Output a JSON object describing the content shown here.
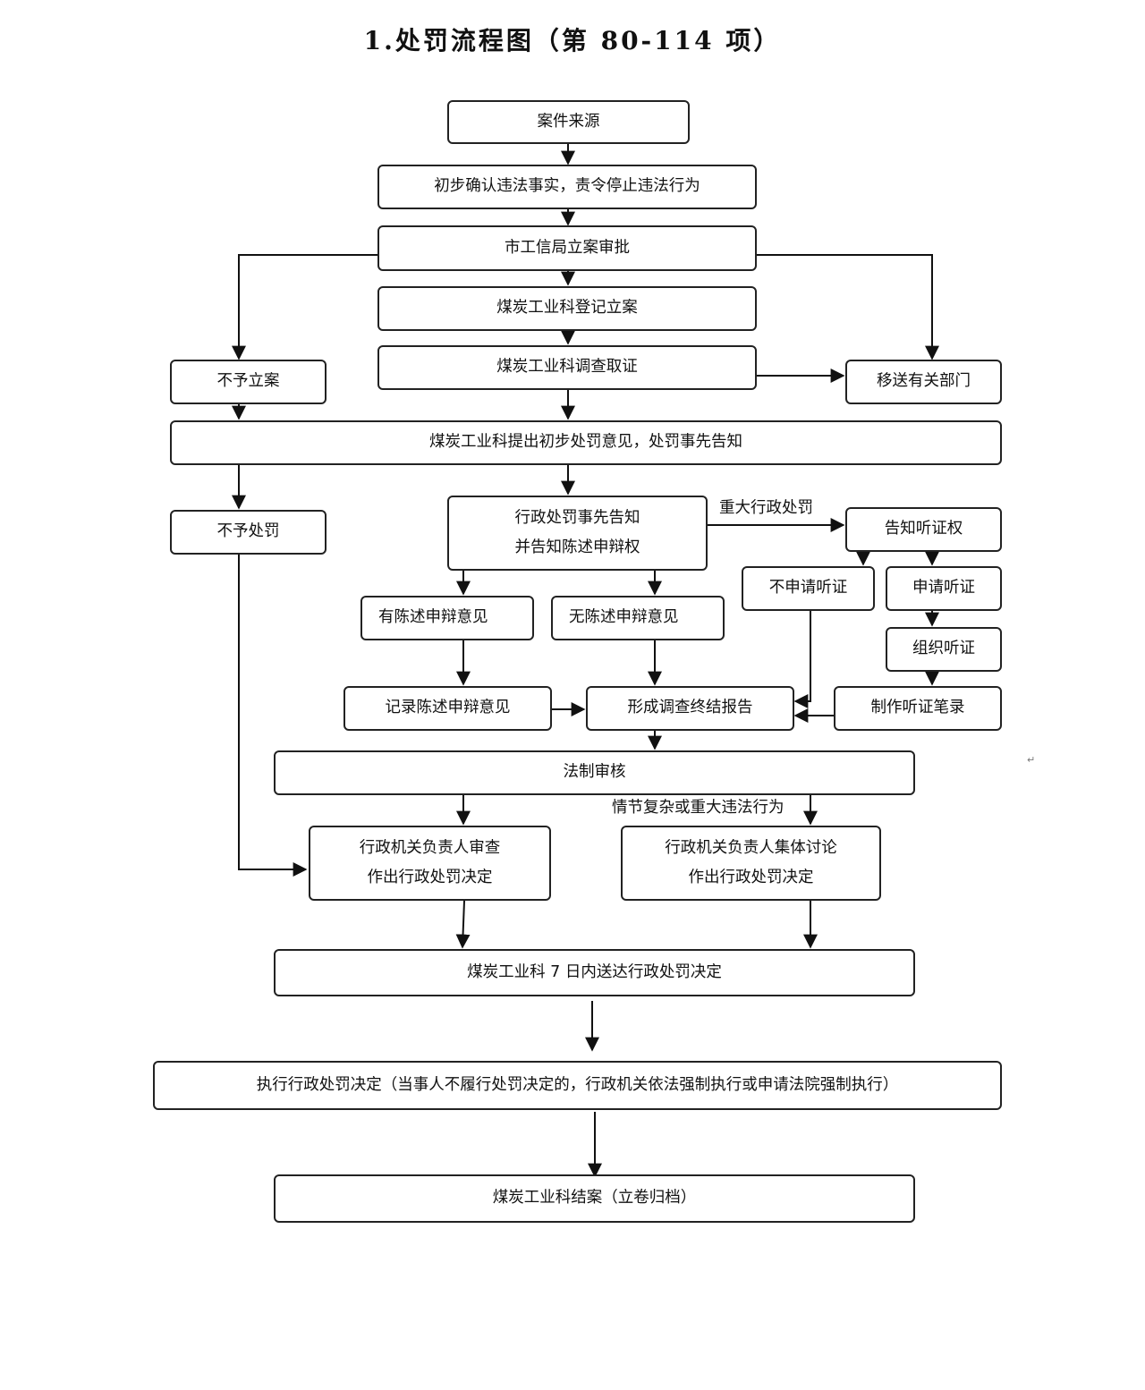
{
  "title": "1.处罚流程图（第 80-114 项）",
  "nodes": {
    "case_source": "案件来源",
    "confirm_facts": "初步确认违法事实，责令停止违法行为",
    "approval": "市工信局立案审批",
    "register": "煤炭工业科登记立案",
    "investigate": "煤炭工业科调查取证",
    "no_case": "不予立案",
    "transfer": "移送有关部门",
    "propose": "煤炭工业科提出初步处罚意见，处罚事先告知",
    "no_penalty": "不予处罚",
    "notice_line1": "行政处罚事先告知",
    "notice_line2": "并告知陈述申辩权",
    "hearing_right": "告知听证权",
    "no_apply_hearing": "不申请听证",
    "apply_hearing": "申请听证",
    "organize_hearing": "组织听证",
    "has_statement": "有陈述申辩意见",
    "no_statement": "无陈述申辩意见",
    "record_statement": "记录陈述申辩意见",
    "final_report": "形成调查终结报告",
    "hearing_record": "制作听证笔录",
    "legal_review": "法制审核",
    "review_line1": "行政机关负责人审查",
    "review_line2": "作出行政处罚决定",
    "collective_line1": "行政机关负责人集体讨论",
    "collective_line2": "作出行政处罚决定",
    "deliver": "煤炭工业科 7 日内送达行政处罚决定",
    "execute": "执行行政处罚决定（当事人不履行处罚决定的，行政机关依法强制执行或申请法院强制执行）",
    "close_case": "煤炭工业科结案（立卷归档）"
  },
  "edge_labels": {
    "major_penalty": "重大行政处罚",
    "complex_case": "情节复杂或重大违法行为"
  },
  "return_mark": "↵"
}
